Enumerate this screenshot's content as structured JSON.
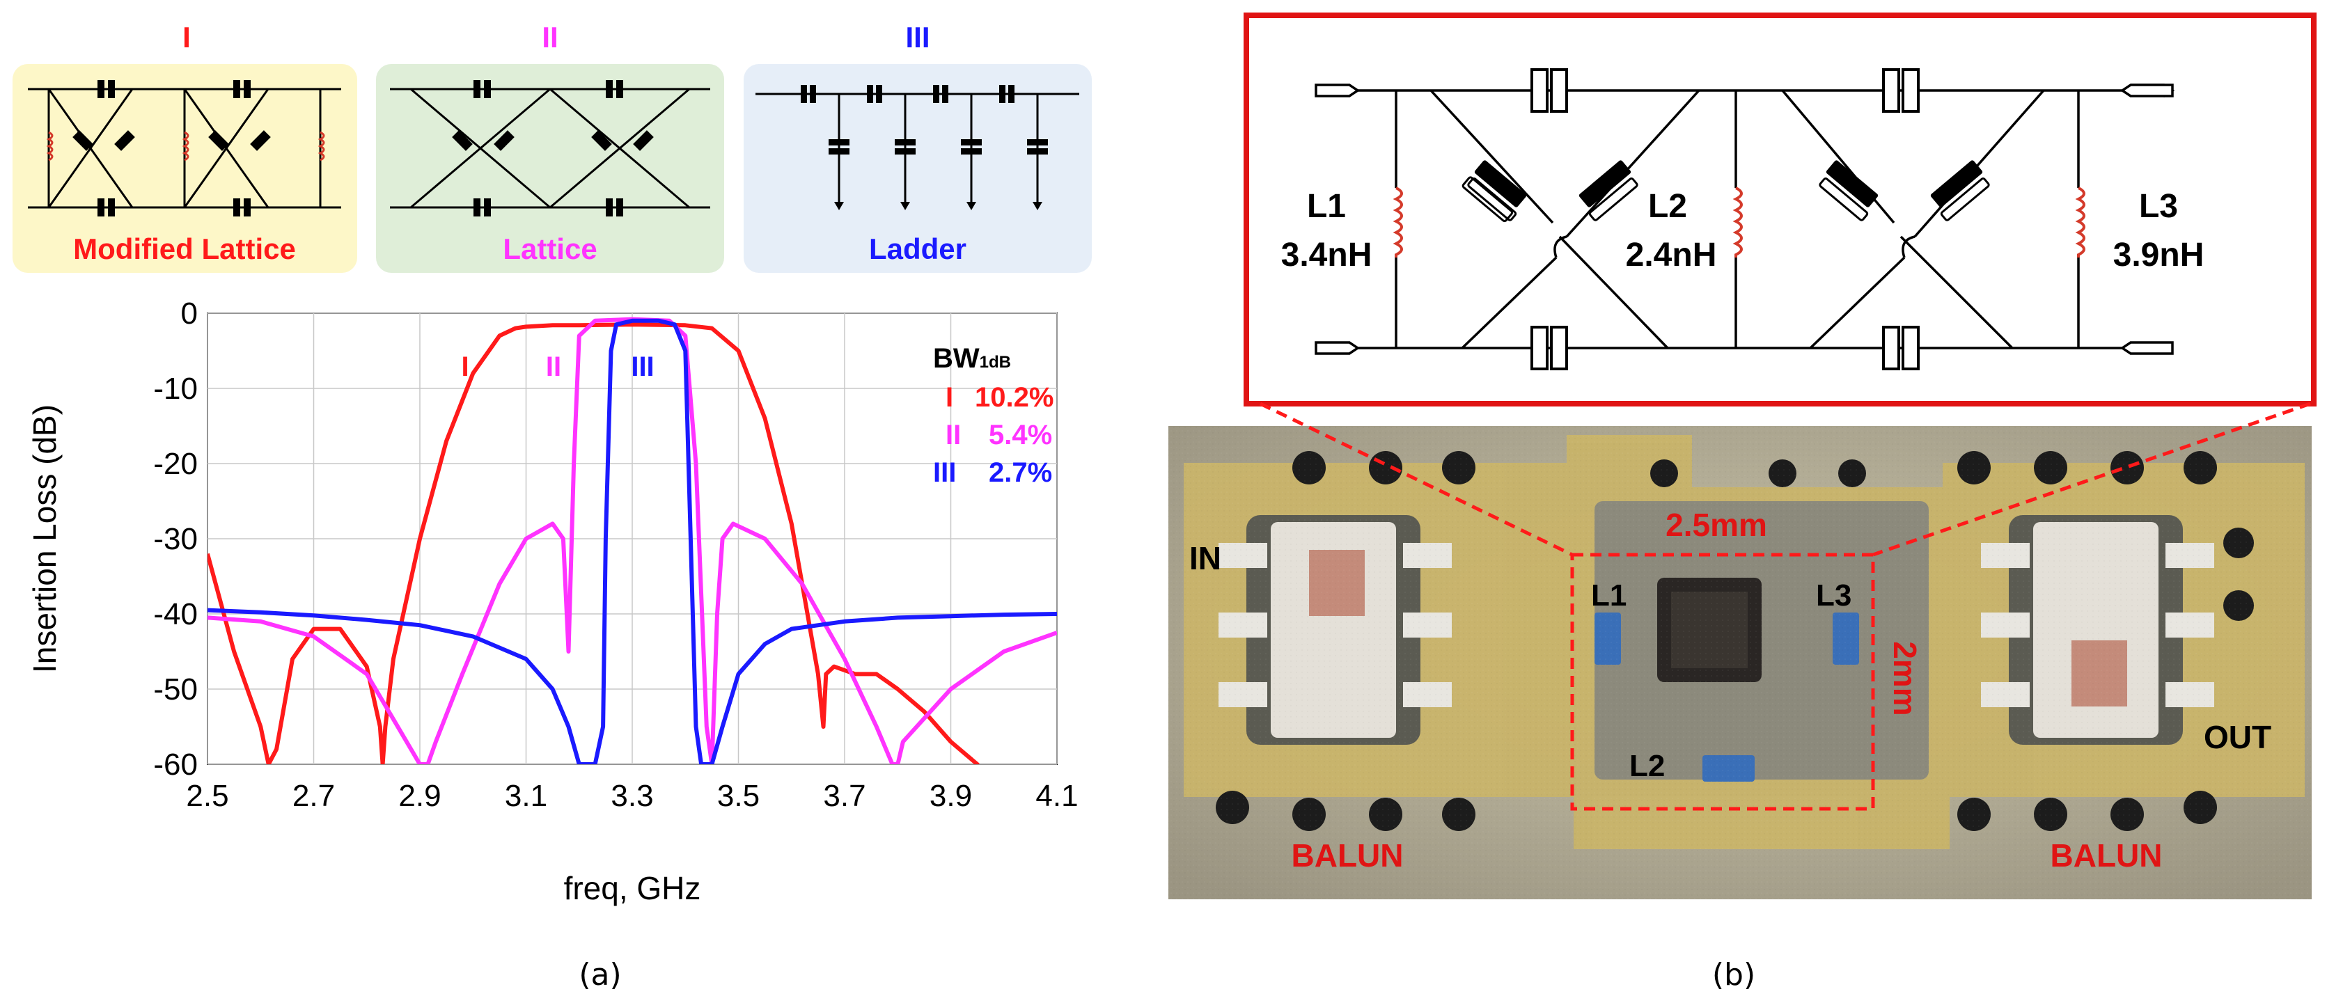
{
  "panel_a": {
    "topologies": [
      {
        "numeral": "I",
        "name": "Modified Lattice",
        "color": "#ff1a1a",
        "bg": "#fdf7c8"
      },
      {
        "numeral": "II",
        "name": "Lattice",
        "color": "#ff33ff",
        "bg": "#dfeed8"
      },
      {
        "numeral": "III",
        "name": "Ladder",
        "color": "#1a1aff",
        "bg": "#e6eef8"
      }
    ],
    "caption": "(a)"
  },
  "chart_data": {
    "type": "line",
    "xlabel": "freq, GHz",
    "ylabel": "Insertion Loss (dB)",
    "xlim": [
      2.5,
      4.1
    ],
    "ylim": [
      -60,
      0
    ],
    "xticks": [
      "2.5",
      "2.7",
      "2.9",
      "3.1",
      "3.3",
      "3.5",
      "3.7",
      "3.9",
      "4.1"
    ],
    "yticks": [
      "0",
      "-10",
      "-20",
      "-30",
      "-40",
      "-50",
      "-60"
    ],
    "grid": true,
    "legend_title": "BW",
    "legend_title_sub": "1dB",
    "series": [
      {
        "name": "I",
        "bw": "10.2%",
        "color": "#ff1a1a",
        "x": [
          2.5,
          2.55,
          2.6,
          2.615,
          2.63,
          2.66,
          2.7,
          2.75,
          2.8,
          2.825,
          2.83,
          2.835,
          2.85,
          2.9,
          2.95,
          3.0,
          3.05,
          3.08,
          3.1,
          3.15,
          3.2,
          3.3,
          3.4,
          3.45,
          3.5,
          3.55,
          3.6,
          3.65,
          3.66,
          3.665,
          3.68,
          3.72,
          3.76,
          3.8,
          3.85,
          3.9,
          3.95,
          3.96
        ],
        "y": [
          -32,
          -45,
          -55,
          -60,
          -58,
          -46,
          -42,
          -42,
          -47,
          -55,
          -60,
          -55,
          -46,
          -30,
          -17,
          -8,
          -3,
          -2,
          -1.8,
          -1.6,
          -1.6,
          -1.5,
          -1.6,
          -2,
          -5,
          -14,
          -28,
          -48,
          -55,
          -48,
          -47,
          -48,
          -48,
          -50,
          -53,
          -57,
          -60,
          -61
        ]
      },
      {
        "name": "II",
        "bw": "5.4%",
        "color": "#ff33ff",
        "x": [
          2.5,
          2.6,
          2.7,
          2.8,
          2.85,
          2.9,
          2.915,
          2.93,
          2.98,
          3.05,
          3.1,
          3.15,
          3.17,
          3.18,
          3.19,
          3.2,
          3.23,
          3.3,
          3.37,
          3.4,
          3.42,
          3.44,
          3.45,
          3.46,
          3.47,
          3.49,
          3.55,
          3.62,
          3.7,
          3.76,
          3.79,
          3.8,
          3.81,
          3.9,
          4.0,
          4.1
        ],
        "y": [
          -40.5,
          -41,
          -43,
          -48,
          -54,
          -60,
          -60,
          -57,
          -48,
          -36,
          -30,
          -28,
          -30,
          -45,
          -20,
          -3,
          -1,
          -0.8,
          -1,
          -3,
          -20,
          -55,
          -60,
          -40,
          -30,
          -28,
          -30,
          -36,
          -46,
          -55,
          -60,
          -60,
          -57,
          -50,
          -45,
          -42.5
        ]
      },
      {
        "name": "III",
        "bw": "2.7%",
        "color": "#1a1aff",
        "x": [
          2.5,
          2.6,
          2.7,
          2.8,
          2.9,
          3.0,
          3.1,
          3.15,
          3.18,
          3.2,
          3.23,
          3.245,
          3.25,
          3.26,
          3.27,
          3.3,
          3.35,
          3.38,
          3.4,
          3.41,
          3.42,
          3.43,
          3.45,
          3.47,
          3.5,
          3.55,
          3.6,
          3.7,
          3.8,
          3.9,
          4.0,
          4.1
        ],
        "y": [
          -39.5,
          -39.8,
          -40.2,
          -40.8,
          -41.5,
          -43,
          -46,
          -50,
          -55,
          -60,
          -60,
          -55,
          -30,
          -5,
          -1.5,
          -1,
          -1,
          -1.5,
          -5,
          -30,
          -55,
          -60,
          -60,
          -55,
          -48,
          -44,
          -42,
          -41,
          -40.5,
          -40.3,
          -40.1,
          -40
        ]
      }
    ],
    "series_labels": [
      "I",
      "II",
      "III"
    ]
  },
  "panel_b": {
    "inductors": [
      {
        "name": "L1",
        "value": "3.4nH"
      },
      {
        "name": "L2",
        "value": "2.4nH"
      },
      {
        "name": "L3",
        "value": "3.9nH"
      }
    ],
    "photo_labels": {
      "in": "IN",
      "out": "OUT",
      "balun_left": "BALUN",
      "balun_right": "BALUN",
      "width": "2.5mm",
      "height": "2mm",
      "l1": "L1",
      "l2": "L2",
      "l3": "L3"
    },
    "caption": "(b)"
  }
}
